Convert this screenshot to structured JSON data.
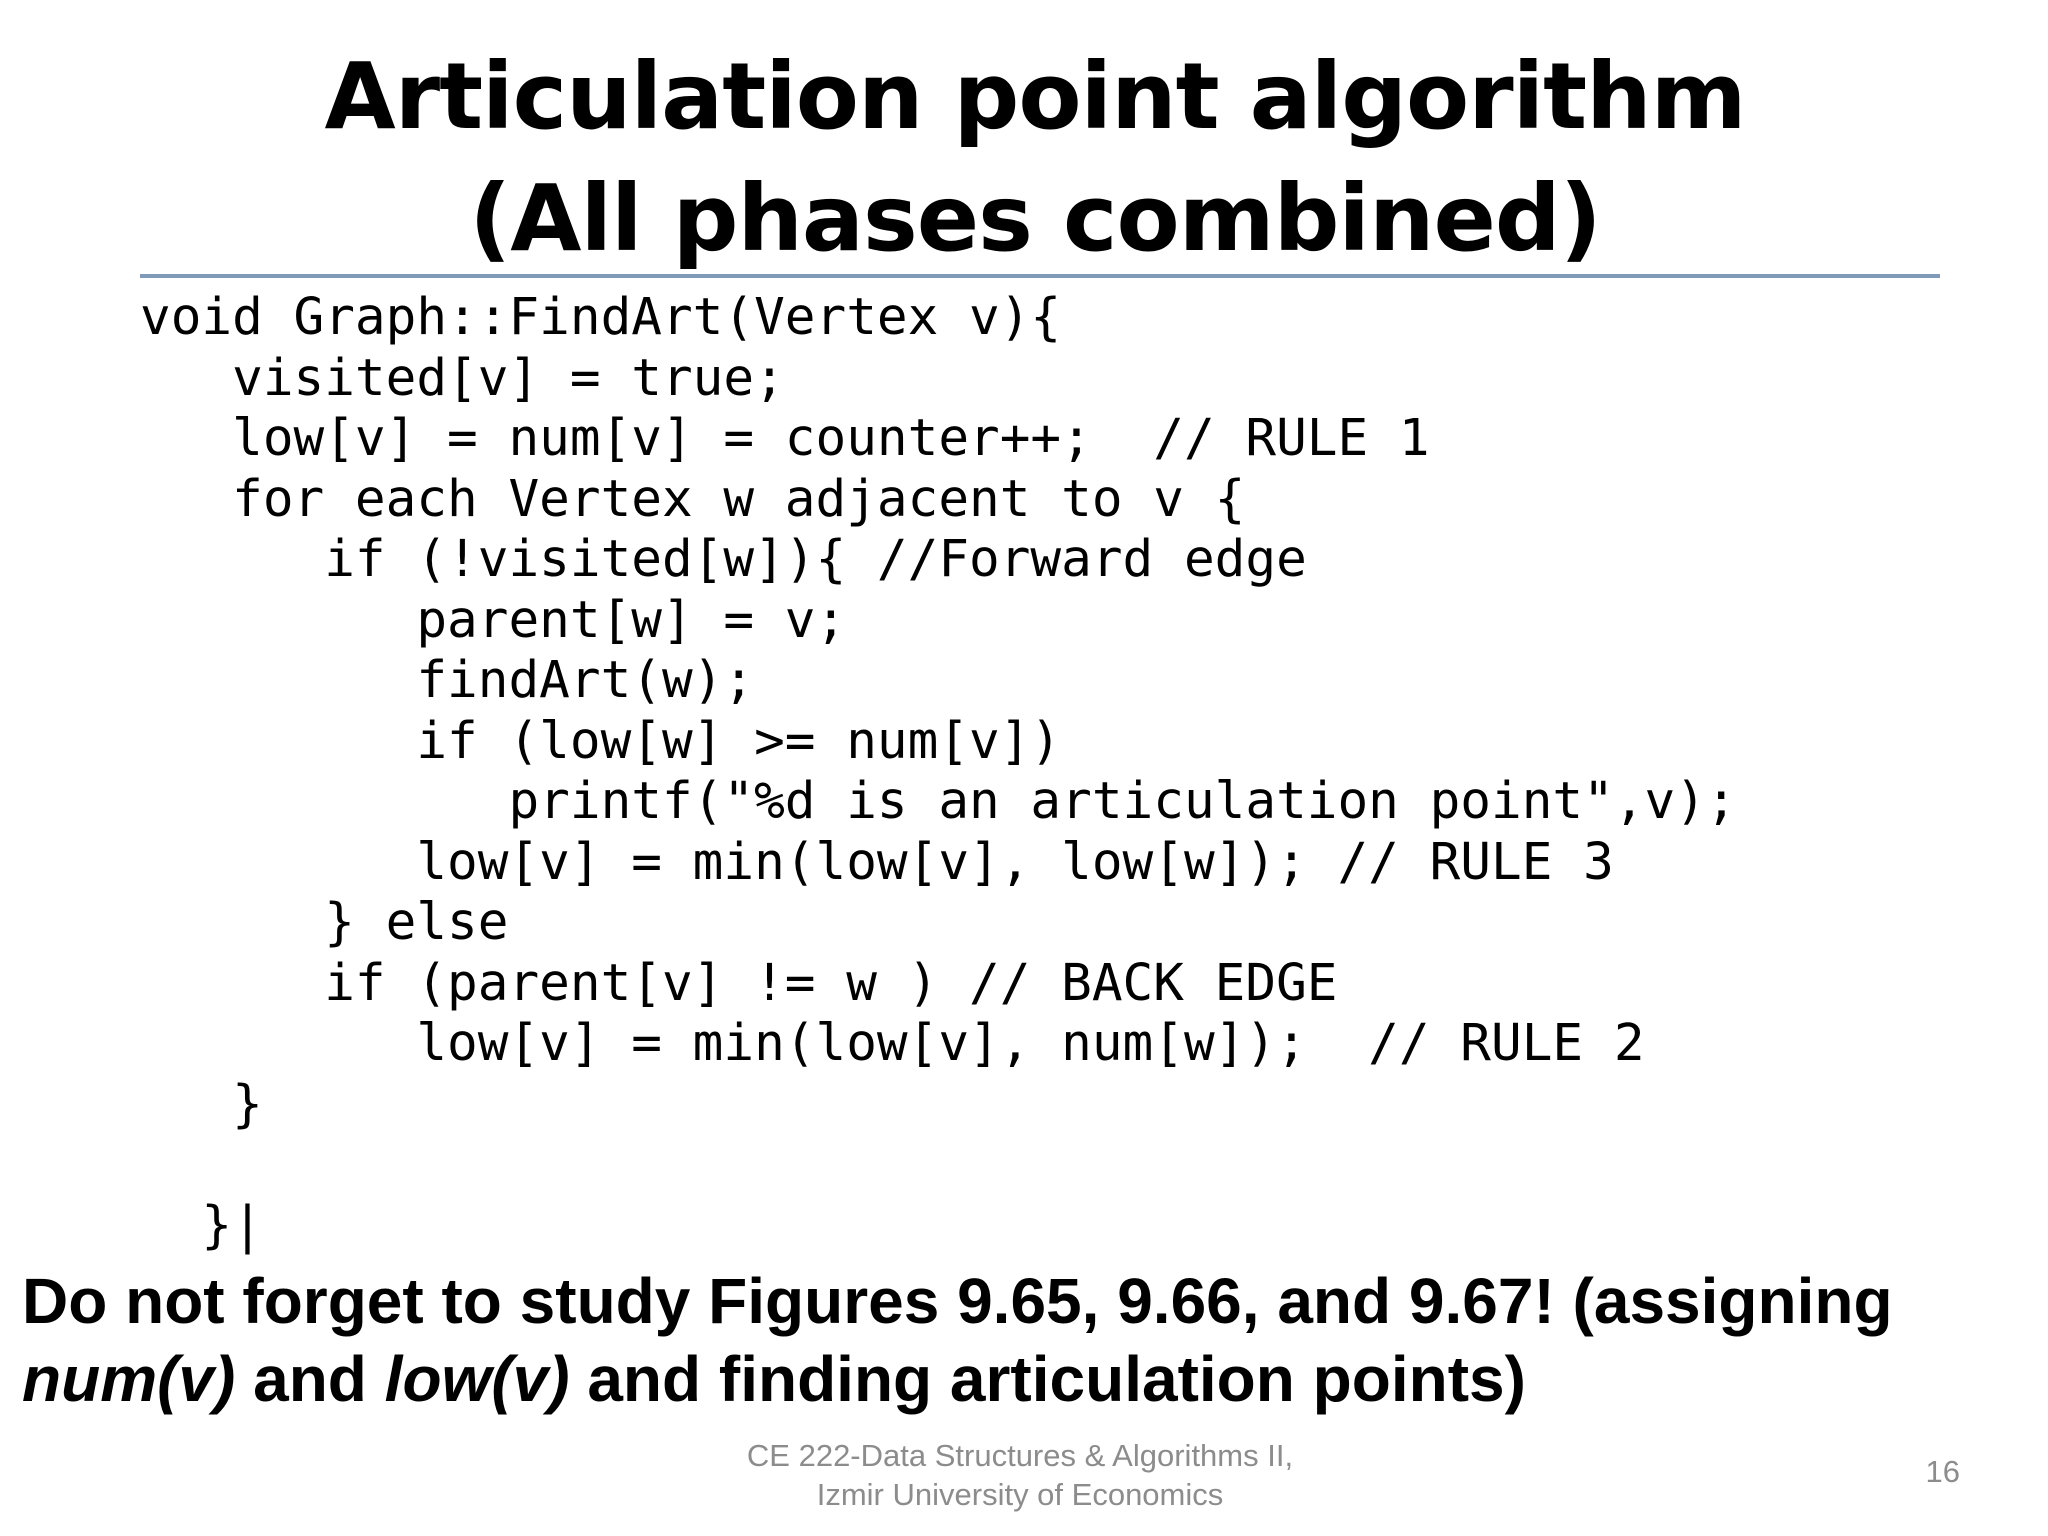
{
  "title": {
    "line1": "Articulation point algorithm",
    "line2": "(All phases combined)"
  },
  "code": {
    "lines": [
      "void Graph::FindArt(Vertex v){",
      "   visited[v] = true;",
      "   low[v] = num[v] = counter++;  // RULE 1",
      "   for each Vertex w adjacent to v {",
      "      if (!visited[w]){ //Forward edge",
      "         parent[w] = v;",
      "         findArt(w);",
      "         if (low[w] >= num[v])",
      "            printf(\"%d is an articulation point\",v);",
      "         low[v] = min(low[v], low[w]); // RULE 3",
      "      } else",
      "      if (parent[v] != w ) // BACK EDGE",
      "         low[v] = min(low[v], num[w]);  // RULE 2",
      "   }",
      "",
      "  }|"
    ]
  },
  "note": {
    "part1": "Do not forget to study Figures 9.65, 9.66, and 9.67! (assigning ",
    "num_text": "num(v)",
    "part2": " and ",
    "low_text": "low(v)",
    "part3": " and finding articulation points)"
  },
  "footer": {
    "line1": "CE 222-Data Structures & Algorithms II,",
    "line2": "Izmir University of Economics",
    "page_number": "16"
  }
}
